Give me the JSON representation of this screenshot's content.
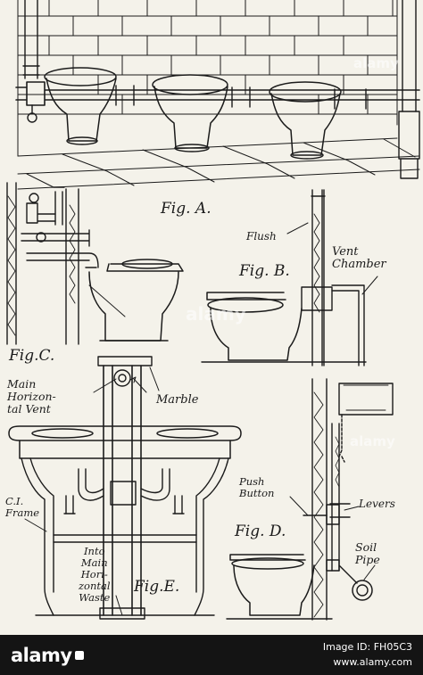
{
  "figure": {
    "labels": {
      "fig_a": "Fig. A.",
      "fig_b": "Fig. B.",
      "fig_c": "Fig.C.",
      "fig_d": "Fig. D.",
      "fig_e": "Fig.E.",
      "flush": "Flush",
      "vent_chamber": "Vent\nChamber",
      "main_horizontal_vent": "Main\nHorizon-\ntal Vent",
      "marble": "Marble",
      "ci_frame": "C.I.\nFrame",
      "into_main_horizontal_waste": "Into\nMain\nHori-\nzontal\nWaste",
      "push_button": "Push\nButton",
      "levers": "Levers",
      "soil_pipe": "Soil\nPipe"
    }
  },
  "footer": {
    "brand": "alamy",
    "image_id_label": "Image ID: FH05C3",
    "website": "www.alamy.com"
  },
  "watermark": "alamy",
  "colors": {
    "paper": "#f4f2ea",
    "ink": "#1b1b1b",
    "footer_bg": "#141414"
  }
}
